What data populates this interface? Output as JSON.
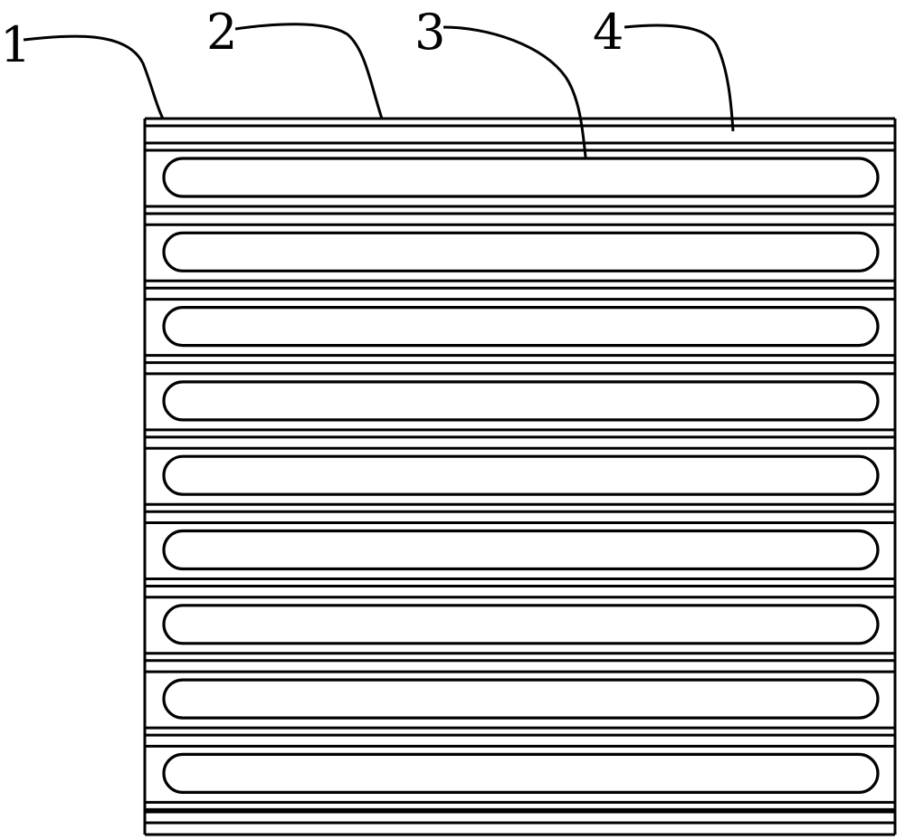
{
  "figure": {
    "callouts": [
      {
        "id": "1",
        "label": "1"
      },
      {
        "id": "2",
        "label": "2"
      },
      {
        "id": "3",
        "label": "3"
      },
      {
        "id": "4",
        "label": "4"
      }
    ],
    "slot_count": 9,
    "colors": {
      "line": "#000000",
      "background": "#ffffff"
    }
  }
}
